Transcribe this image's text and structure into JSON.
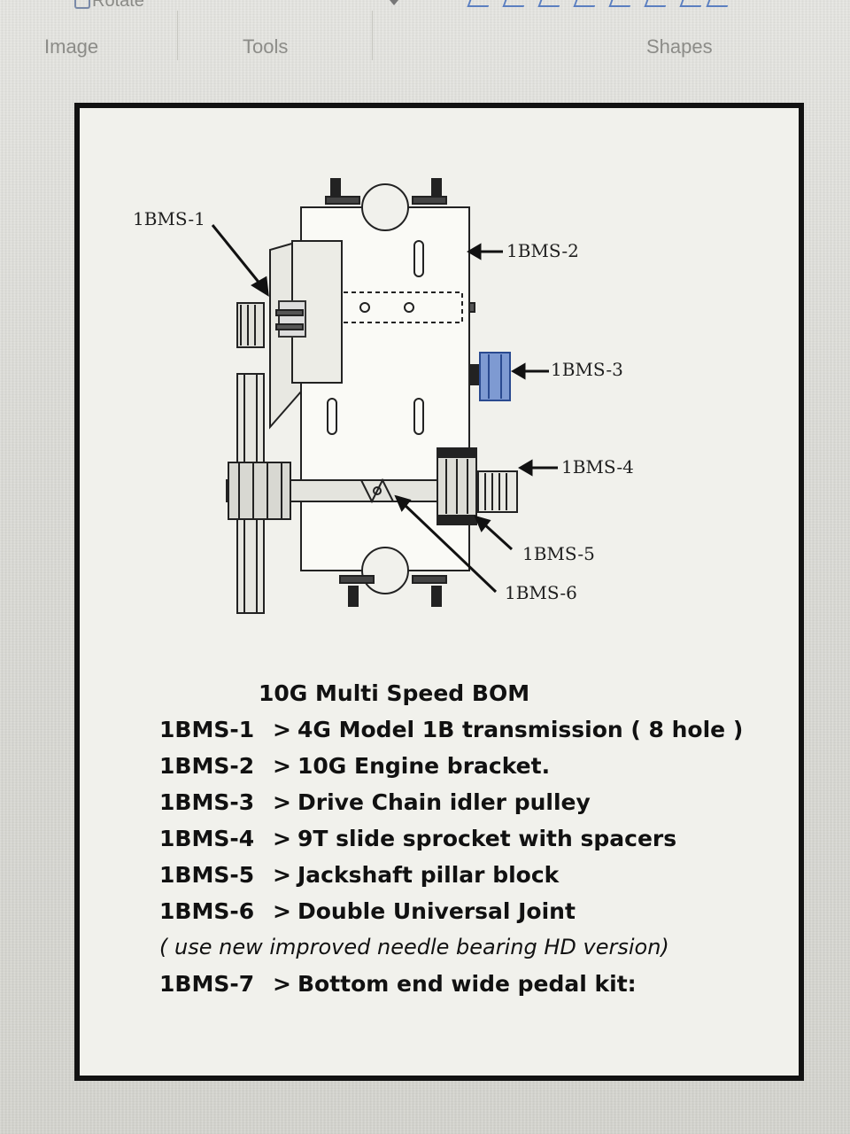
{
  "window": {
    "toolbar_item": "Rotate",
    "groups": [
      "Image",
      "Tools",
      "Shapes"
    ]
  },
  "diagram": {
    "callouts": [
      "1BMS-1",
      "1BMS-2",
      "1BMS-3",
      "1BMS-4",
      "1BMS-5",
      "1BMS-6"
    ]
  },
  "bom": {
    "title": "10G Multi Speed BOM",
    "items": [
      {
        "code": "1BMS-1",
        "sep": ">",
        "desc": "4G Model 1B transmission ( 8 hole )"
      },
      {
        "code": "1BMS-2",
        "sep": ">",
        "desc": "10G Engine bracket."
      },
      {
        "code": "1BMS-3",
        "sep": ">",
        "desc": "Drive Chain idler pulley"
      },
      {
        "code": "1BMS-4",
        "sep": ">",
        "desc": "9T slide sprocket with spacers"
      },
      {
        "code": "1BMS-5",
        "sep": ">",
        "desc": "Jackshaft pillar block"
      },
      {
        "code": "1BMS-6",
        "sep": ">",
        "desc": "Double Universal Joint"
      }
    ],
    "note": "( use new improved needle bearing HD version)",
    "last_item": {
      "code": "1BMS-7",
      "sep": ">",
      "desc": "Bottom end wide pedal kit:"
    }
  },
  "colors": {
    "frame": "#121212",
    "paper": "#f1f1ec",
    "idler_pulley": "#3a62b0",
    "ribbon_label": "#8c8c88"
  }
}
